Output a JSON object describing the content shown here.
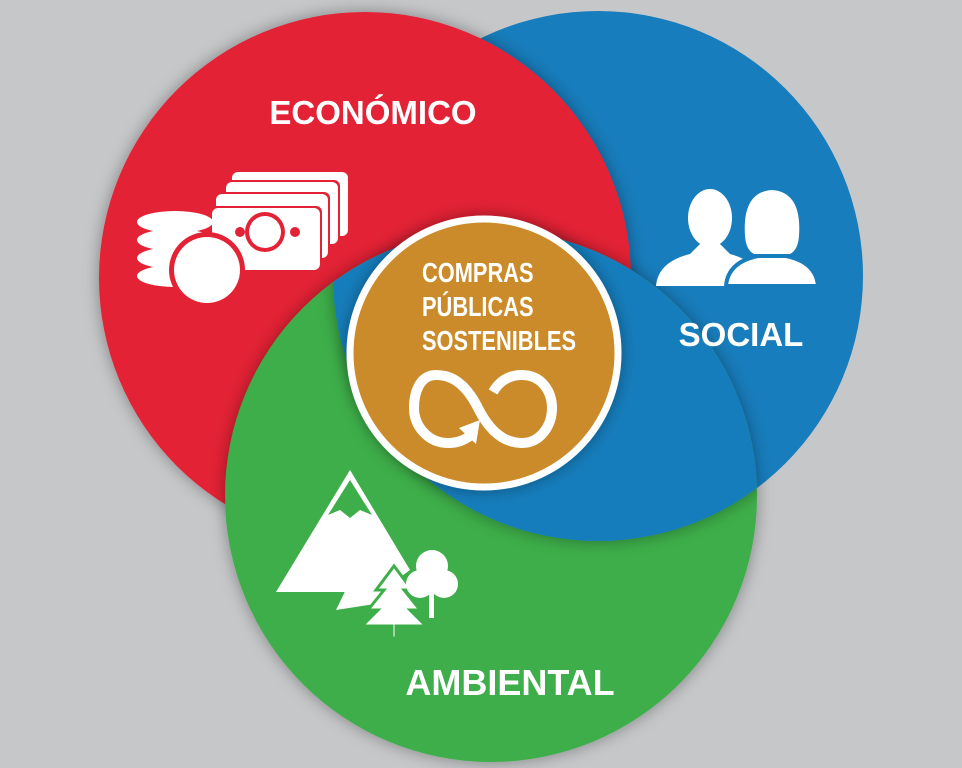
{
  "title": "Compras Públicas Sostenibles",
  "center": {
    "lines": [
      "COMPRAS",
      "PÚBLICAS",
      "SOSTENIBLES"
    ],
    "icon": "infinity-arrow-icon",
    "color": "#cb8b2b"
  },
  "circles": [
    {
      "label": "ECONÓMICO",
      "icon": "money-coins-icon",
      "color": "#e32235"
    },
    {
      "label": "SOCIAL",
      "icon": "people-icon",
      "color": "#187dbc"
    },
    {
      "label": "AMBIENTAL",
      "icon": "mountain-trees-icon",
      "color": "#3dae4a"
    }
  ],
  "background": "#c6c7c9"
}
